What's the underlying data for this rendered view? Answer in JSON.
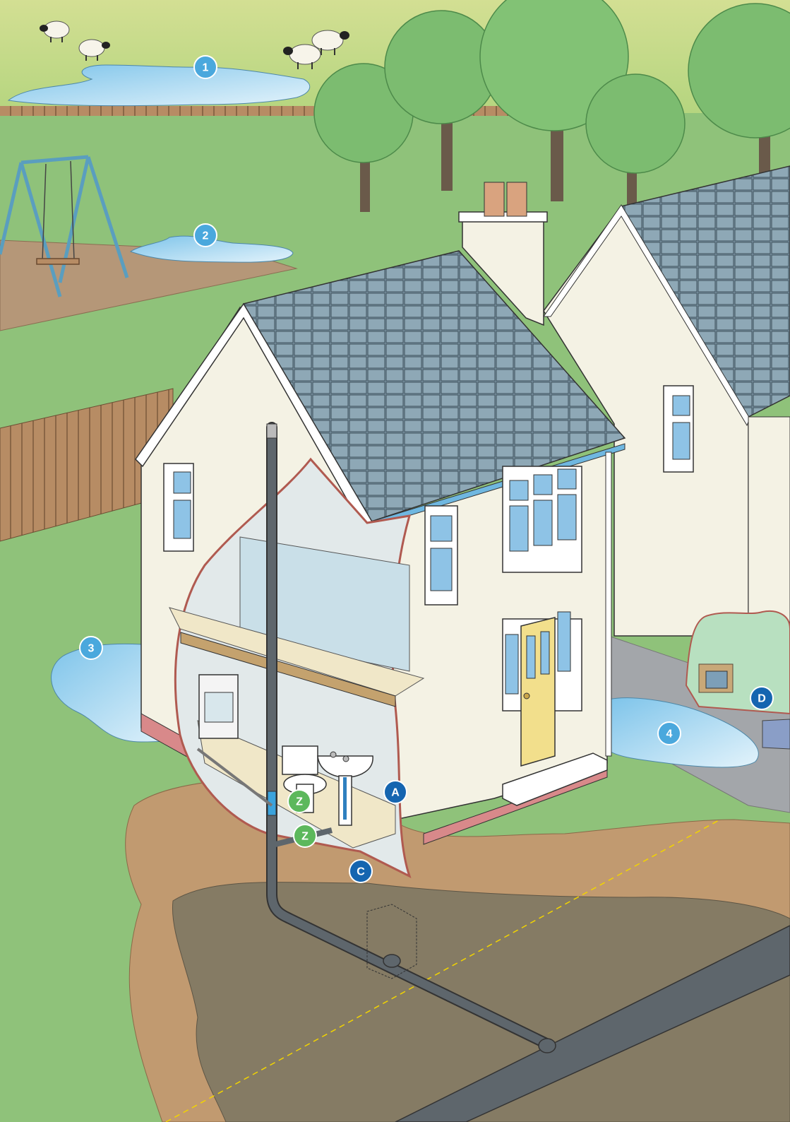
{
  "colors": {
    "water_marker": "#4aa8dd",
    "issue_marker_blue": "#1565b0",
    "issue_marker_green": "#5cb85c",
    "grass": "#8fc27a",
    "roof": "#7f9aa9",
    "wall": "#f4f2e4",
    "soil": "#c19a70",
    "trench": "#857b64",
    "pipe": "#555d63"
  },
  "markers": [
    {
      "id": "marker-1",
      "label": "1",
      "color": "#4aa8dd"
    },
    {
      "id": "marker-2",
      "label": "2",
      "color": "#4aa8dd"
    },
    {
      "id": "marker-3",
      "label": "3",
      "color": "#4aa8dd"
    },
    {
      "id": "marker-4",
      "label": "4",
      "color": "#4aa8dd"
    },
    {
      "id": "marker-a",
      "label": "A",
      "color": "#1565b0"
    },
    {
      "id": "marker-c",
      "label": "C",
      "color": "#1565b0"
    },
    {
      "id": "marker-d",
      "label": "D",
      "color": "#1565b0"
    },
    {
      "id": "marker-z1",
      "label": "Z",
      "color": "#5cb85c"
    },
    {
      "id": "marker-z2",
      "label": "Z",
      "color": "#5cb85c"
    }
  ],
  "icons": [
    "sheep-icon",
    "tree-icon",
    "swing-set-icon",
    "house-icon",
    "chimney-icon",
    "toilet-icon",
    "washbasin-icon",
    "sewer-pipe-icon",
    "inspection-chamber-icon"
  ]
}
